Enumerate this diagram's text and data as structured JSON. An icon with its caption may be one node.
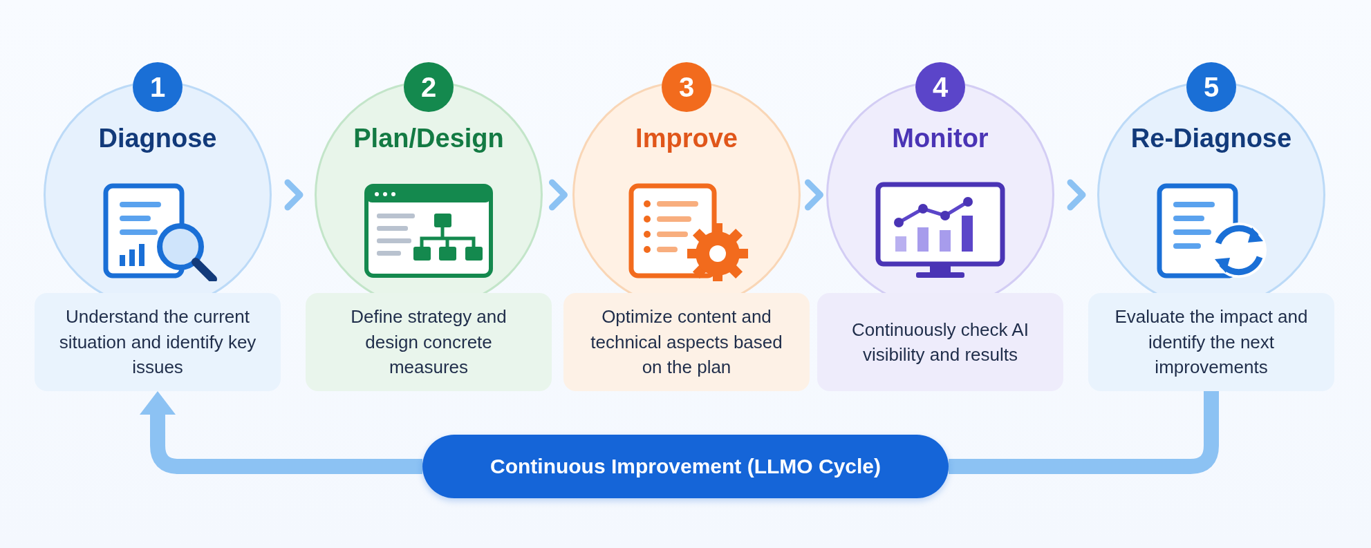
{
  "diagram": {
    "nodes": [
      {
        "text": [
          "1"
        ]
      },
      {
        "text": [
          "Diagnose"
        ]
      },
      {
        "text": [
          "Understand the current situation and identify key issues"
        ]
      },
      {
        "text": [
          "2"
        ]
      },
      {
        "text": [
          "Plan/Design"
        ]
      },
      {
        "text": [
          "Define strategy and design concrete measures"
        ]
      },
      {
        "text": [
          "3"
        ]
      },
      {
        "text": [
          "Improve"
        ]
      },
      {
        "text": [
          "Optimize content and technical aspects based on the plan"
        ]
      },
      {
        "text": [
          "4"
        ]
      },
      {
        "text": [
          "Monitor"
        ]
      },
      {
        "text": [
          "Continuously check AI visibility and results"
        ]
      },
      {
        "text": [
          "5"
        ]
      },
      {
        "text": [
          "Re-Diagnose"
        ]
      },
      {
        "text": [
          "Evaluate the impact and identify the next improvements"
        ]
      },
      {
        "text": [
          "Continuous Improvement (LLMO Cycle)"
        ]
      }
    ],
    "edges": [
      {
        "from": 1,
        "to": 4,
        "arrow": "to"
      },
      {
        "from": 4,
        "to": 7,
        "arrow": "to"
      },
      {
        "from": 7,
        "to": 10,
        "arrow": "to"
      },
      {
        "from": 10,
        "to": 13,
        "arrow": "to"
      },
      {
        "from": 14,
        "to": 15,
        "arrow": "none",
        "style": "thick"
      },
      {
        "from": 15,
        "to": 2,
        "arrow": "to",
        "style": "thick"
      }
    ]
  }
}
